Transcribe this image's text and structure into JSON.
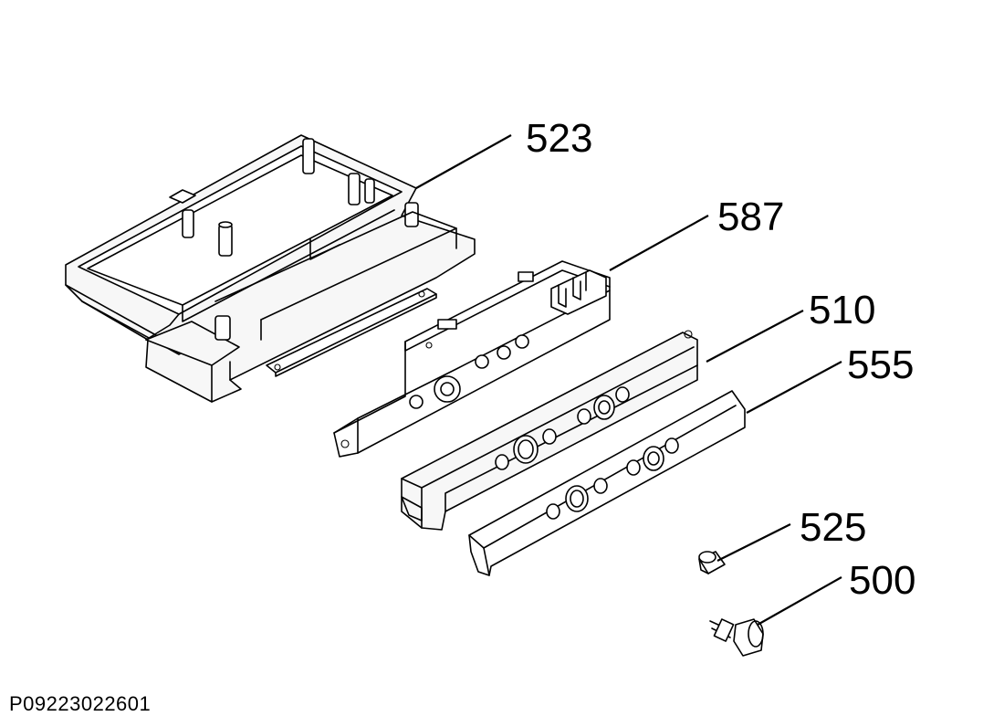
{
  "diagram": {
    "type": "exploded-parts-diagram",
    "parts": [
      {
        "id": "523",
        "label": "523",
        "icon": "control-housing"
      },
      {
        "id": "587",
        "label": "587",
        "icon": "circuit-board"
      },
      {
        "id": "510",
        "label": "510",
        "icon": "control-panel"
      },
      {
        "id": "555",
        "label": "555",
        "icon": "panel-cover-strip"
      },
      {
        "id": "525",
        "label": "525",
        "icon": "cap"
      },
      {
        "id": "500",
        "label": "500",
        "icon": "knob"
      }
    ],
    "document_code": "P09223022601"
  }
}
